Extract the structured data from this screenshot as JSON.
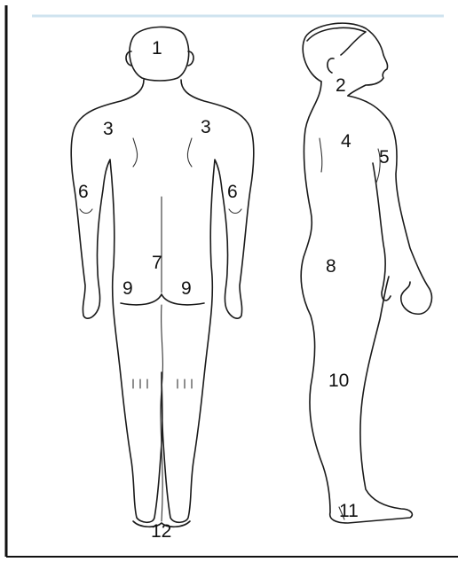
{
  "colors": {
    "frame": "#111111",
    "top_rule": "#cfe3ef",
    "outline": "#1a1a1a"
  },
  "figures": {
    "back_view": {
      "labels": {
        "head": "1",
        "shoulder_left": "3",
        "shoulder_right": "3",
        "elbow_left": "6",
        "elbow_right": "6",
        "lower_back": "7",
        "buttock_left": "9",
        "buttock_right": "9",
        "feet": "12"
      }
    },
    "side_view": {
      "labels": {
        "neck": "2",
        "upper_back": "4",
        "chest": "5",
        "hip": "8",
        "knee": "10",
        "ankle": "11"
      }
    }
  }
}
